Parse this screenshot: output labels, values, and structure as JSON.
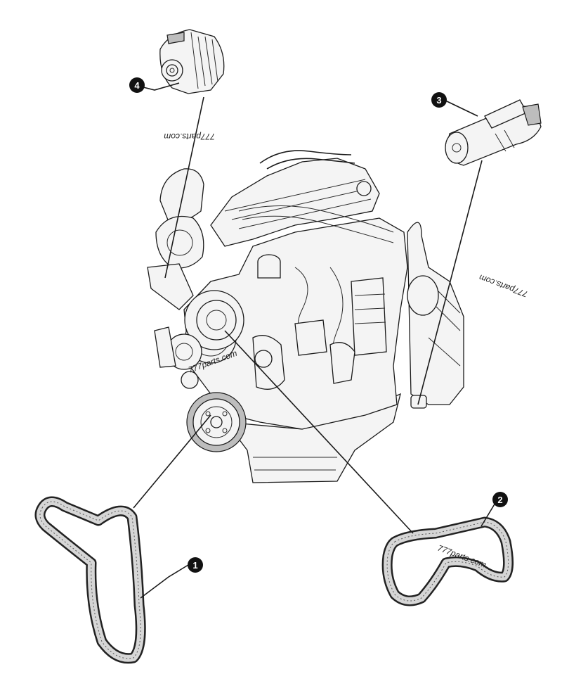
{
  "callouts": [
    {
      "id": "1",
      "label": "1"
    },
    {
      "id": "2",
      "label": "2"
    },
    {
      "id": "3",
      "label": "3"
    },
    {
      "id": "4",
      "label": "4"
    }
  ],
  "watermarks": [
    {
      "text": "777parts.com"
    },
    {
      "text": "777parts.com"
    },
    {
      "text": "777parts.com"
    },
    {
      "text": "777parts.com"
    }
  ],
  "colors": {
    "line": "#1a1a1a",
    "callout_fill": "#111111",
    "background": "#ffffff"
  }
}
